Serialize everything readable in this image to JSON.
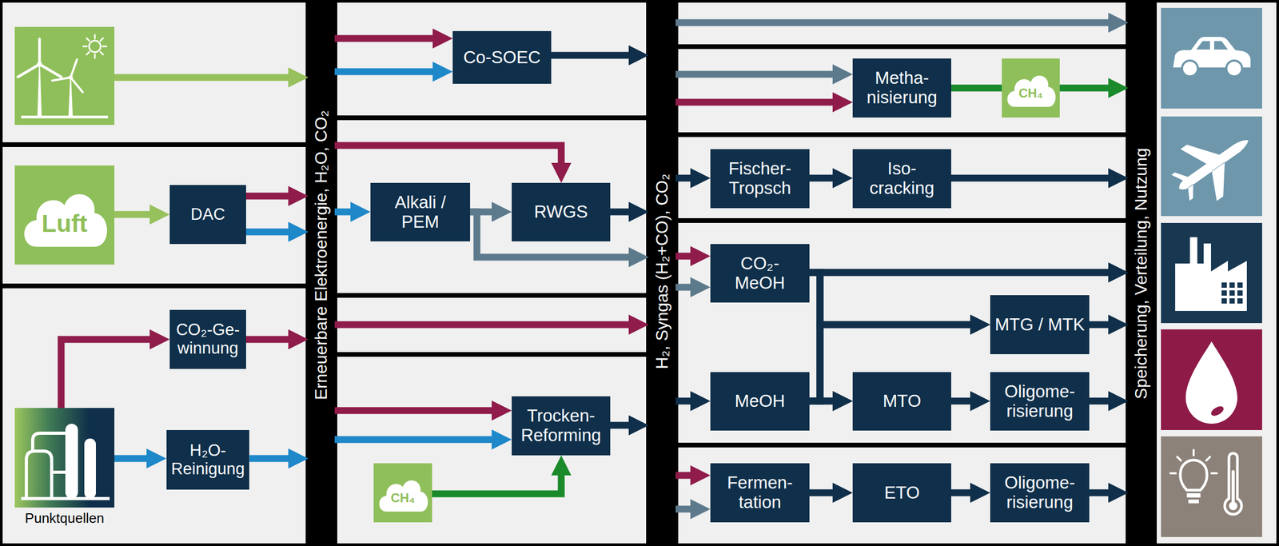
{
  "diagram": {
    "nodes": [
      {
        "text": [
          "Luft"
        ]
      },
      {
        "text": [
          "DAC"
        ]
      },
      {
        "text": [
          "Punktquellen"
        ]
      },
      {
        "text": [
          "CO₂-Ge- winnung"
        ]
      },
      {
        "text": [
          "H₂O- Reinigung"
        ]
      },
      {
        "text": [
          "Erneuerbare Elektroenergie, H₂O, CO₂"
        ]
      },
      {
        "text": [
          "Co-SOEC"
        ]
      },
      {
        "text": [
          "Alkali / PEM"
        ]
      },
      {
        "text": [
          "RWGS"
        ]
      },
      {
        "text": [
          "Trocken- Reforming"
        ]
      },
      {
        "text": [
          "CH₄"
        ]
      },
      {
        "text": [
          "H₂, Syngas (H₂+CO), CO₂"
        ]
      },
      {
        "text": [
          "Metha- nisierung"
        ]
      },
      {
        "text": [
          "CH₄"
        ]
      },
      {
        "text": [
          "Fischer- Tropsch"
        ]
      },
      {
        "text": [
          "Iso- cracking"
        ]
      },
      {
        "text": [
          "CO₂- MeOH"
        ]
      },
      {
        "text": [
          "MTG / MTK"
        ]
      },
      {
        "text": [
          "MeOH"
        ]
      },
      {
        "text": [
          "MTO"
        ]
      },
      {
        "text": [
          "Oligome- risierung"
        ]
      },
      {
        "text": [
          "Fermen- tation"
        ]
      },
      {
        "text": [
          "ETO"
        ]
      },
      {
        "text": [
          "Oligome- risierung"
        ]
      },
      {
        "text": [
          "Speicherung, Verteilung, Nutzung"
        ]
      }
    ],
    "edges": [
      {
        "from": 0,
        "to": 1,
        "arrow": "to"
      },
      {
        "from": 1,
        "to": 5,
        "arrow": "to"
      },
      {
        "from": 1,
        "to": 5,
        "arrow": "to"
      },
      {
        "from": 2,
        "to": 3,
        "arrow": "to"
      },
      {
        "from": 2,
        "to": 4,
        "arrow": "to"
      },
      {
        "from": 3,
        "to": 5,
        "arrow": "to"
      },
      {
        "from": 4,
        "to": 5,
        "arrow": "to"
      },
      {
        "from": 5,
        "to": 6,
        "arrow": "to"
      },
      {
        "from": 5,
        "to": 6,
        "arrow": "to"
      },
      {
        "from": 6,
        "to": 11,
        "arrow": "to"
      },
      {
        "from": 5,
        "to": 7,
        "arrow": "to"
      },
      {
        "from": 5,
        "to": 8,
        "arrow": "to"
      },
      {
        "from": 7,
        "to": 8,
        "arrow": "to"
      },
      {
        "from": 7,
        "to": 11,
        "arrow": "to"
      },
      {
        "from": 8,
        "to": 11,
        "arrow": "to"
      },
      {
        "from": 5,
        "to": 11,
        "arrow": "to"
      },
      {
        "from": 5,
        "to": 9,
        "arrow": "to"
      },
      {
        "from": 5,
        "to": 9,
        "arrow": "to"
      },
      {
        "from": 10,
        "to": 9,
        "arrow": "to"
      },
      {
        "from": 9,
        "to": 11,
        "arrow": "to"
      },
      {
        "from": 11,
        "to": 24,
        "arrow": "to"
      },
      {
        "from": 11,
        "to": 12,
        "arrow": "to"
      },
      {
        "from": 11,
        "to": 12,
        "arrow": "to"
      },
      {
        "from": 12,
        "to": 13,
        "arrow": "none"
      },
      {
        "from": 13,
        "to": 24,
        "arrow": "to"
      },
      {
        "from": 11,
        "to": 14,
        "arrow": "to"
      },
      {
        "from": 14,
        "to": 15,
        "arrow": "to"
      },
      {
        "from": 15,
        "to": 24,
        "arrow": "to"
      },
      {
        "from": 11,
        "to": 16,
        "arrow": "to"
      },
      {
        "from": 11,
        "to": 16,
        "arrow": "to"
      },
      {
        "from": 16,
        "to": 24,
        "arrow": "to"
      },
      {
        "from": 16,
        "to": 17,
        "arrow": "to"
      },
      {
        "from": 16,
        "to": 19,
        "arrow": "to"
      },
      {
        "from": 11,
        "to": 18,
        "arrow": "to"
      },
      {
        "from": 18,
        "to": 19,
        "arrow": "to"
      },
      {
        "from": 18,
        "to": 17,
        "arrow": "to"
      },
      {
        "from": 18,
        "to": 24,
        "arrow": "to"
      },
      {
        "from": 17,
        "to": 24,
        "arrow": "to"
      },
      {
        "from": 19,
        "to": 20,
        "arrow": "to"
      },
      {
        "from": 20,
        "to": 24,
        "arrow": "to"
      },
      {
        "from": 11,
        "to": 21,
        "arrow": "to"
      },
      {
        "from": 11,
        "to": 21,
        "arrow": "to"
      },
      {
        "from": 21,
        "to": 22,
        "arrow": "to"
      },
      {
        "from": 22,
        "to": 23,
        "arrow": "to"
      },
      {
        "from": 23,
        "to": 24,
        "arrow": "to"
      }
    ]
  }
}
